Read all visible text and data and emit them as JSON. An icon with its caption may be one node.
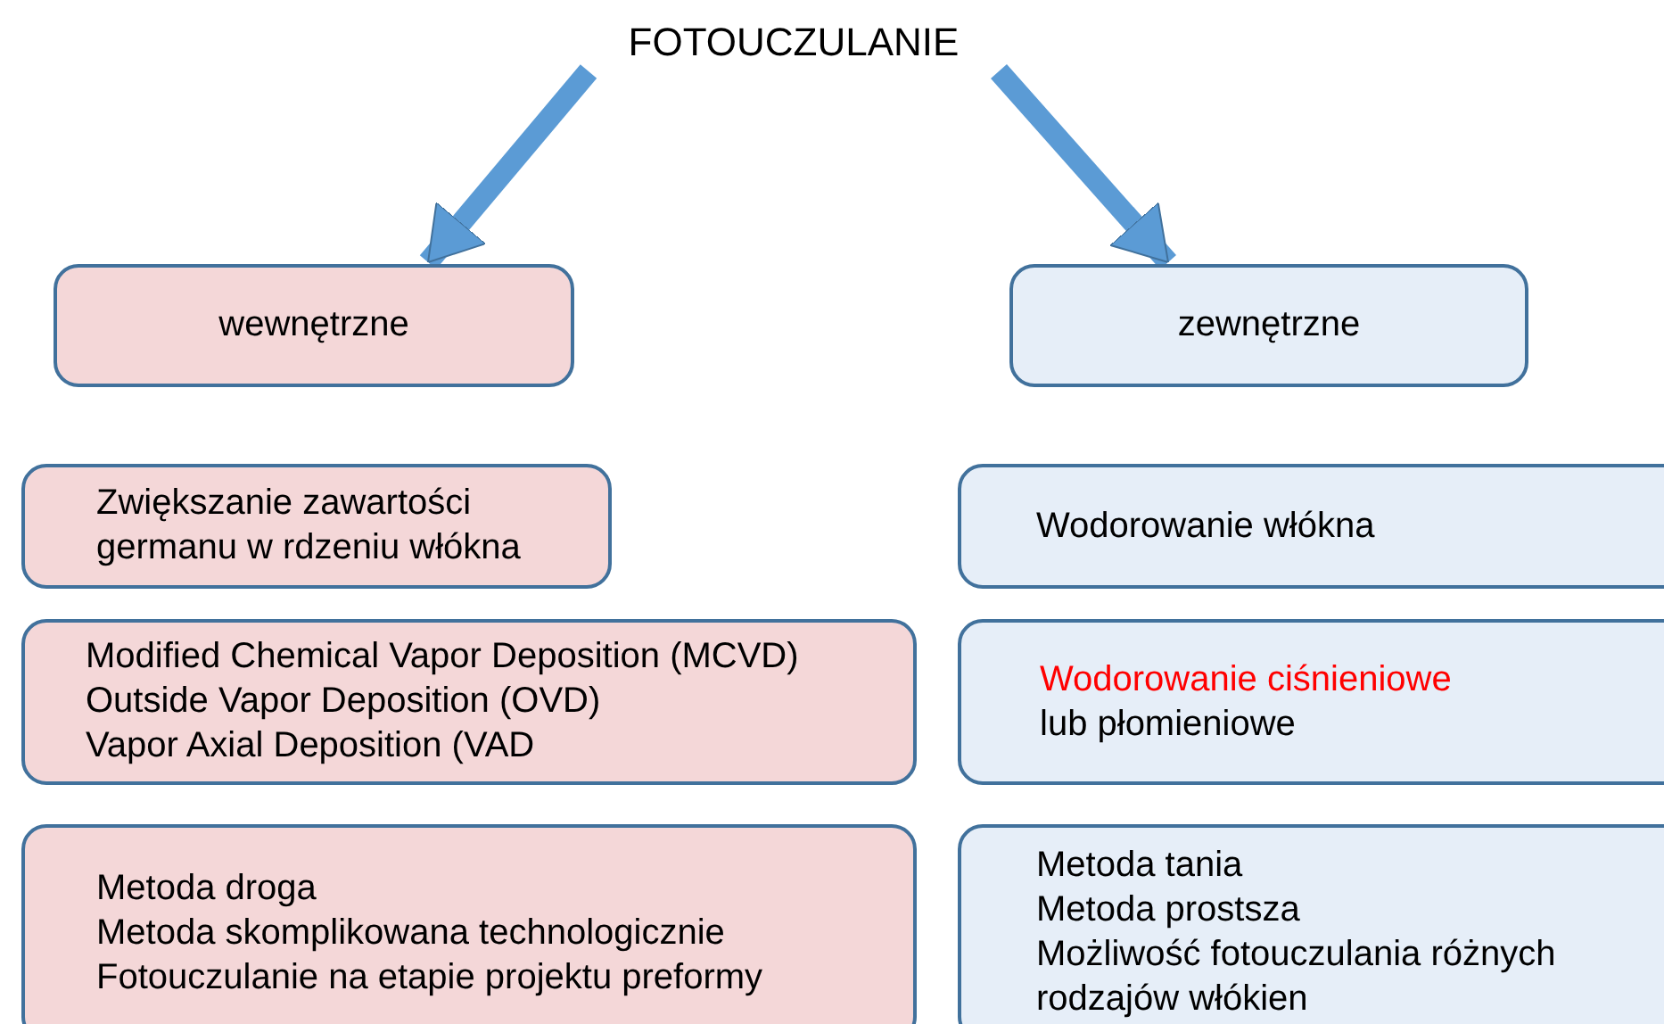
{
  "diagram": {
    "nodes": [
      {
        "text": [
          "FOTOUCZULANIE"
        ]
      },
      {
        "text": [
          "wewnętrzne"
        ]
      },
      {
        "text": [
          "zewnętrzne"
        ]
      },
      {
        "text": [
          "Zwiększanie zawartości germanu w rdzeniu włókna"
        ]
      },
      {
        "text": [
          "Modified Chemical Vapor Deposition (MCVD)",
          "Outside Vapor Deposition (OVD)",
          "Vapor Axial Deposition (VAD"
        ]
      },
      {
        "text": [
          "Metoda droga",
          "Metoda skomplikowana technologicznie",
          "Fotouczulanie na etapie projektu preformy"
        ]
      },
      {
        "text": [
          "Wodorowanie włókna"
        ]
      },
      {
        "text": [
          "Wodorowanie ciśnieniowe",
          "lub płomieniowe"
        ]
      },
      {
        "text": [
          "Metoda tania",
          "Metoda prostsza",
          "Możliwość fotouczulania różnych rodzajów włókien"
        ]
      }
    ],
    "edges": [
      {
        "from": 0,
        "to": 1,
        "arrow": "to",
        "color": "#5b9bd5"
      },
      {
        "from": 0,
        "to": 2,
        "arrow": "to",
        "color": "#5b9bd5"
      }
    ]
  }
}
